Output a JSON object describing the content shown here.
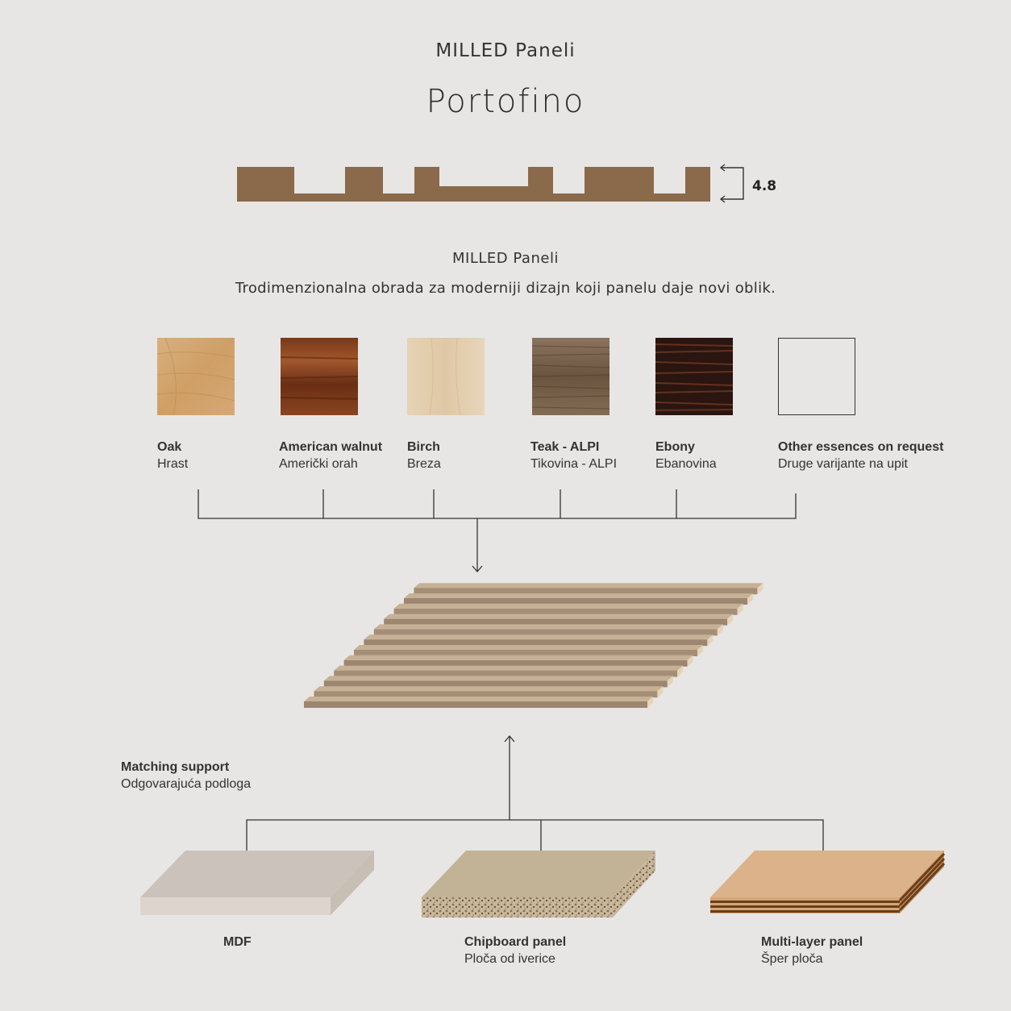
{
  "header": {
    "subtitle": "MILLED Paneli",
    "title": "Portofino"
  },
  "profile": {
    "thickness_label": "4.8",
    "color": "#8a6a4a"
  },
  "description": {
    "heading": "MILLED Paneli",
    "text": "Trodimenzionalna obrada za moderniji dizajn koji panelu daje novi oblik."
  },
  "woods": [
    {
      "name": "Oak",
      "local": "Hrast",
      "color": "#d2a774"
    },
    {
      "name": "American walnut",
      "local": "Američki orah",
      "color": "#7a3a1a"
    },
    {
      "name": "Birch",
      "local": "Breza",
      "color": "#e3cfb0"
    },
    {
      "name": "Teak - ALPI",
      "local": "Tikovina - ALPI",
      "color": "#7d6650"
    },
    {
      "name": "Ebony",
      "local": "Ebanovina",
      "color": "#2a1510"
    },
    {
      "name": "Other essences on request",
      "local": "Druge varijante na upit",
      "color": "#e7e6e5"
    }
  ],
  "support": {
    "heading": "Matching support",
    "local": "Odgovarajuća podloga"
  },
  "boards": [
    {
      "name": "MDF",
      "local": "",
      "color": "#cdc4bc"
    },
    {
      "name": "Chipboard panel",
      "local": "Ploča od iverice",
      "color": "#c2b296"
    },
    {
      "name": "Multi-layer panel",
      "local": "Šper ploča",
      "color": "#dcb28a"
    }
  ]
}
